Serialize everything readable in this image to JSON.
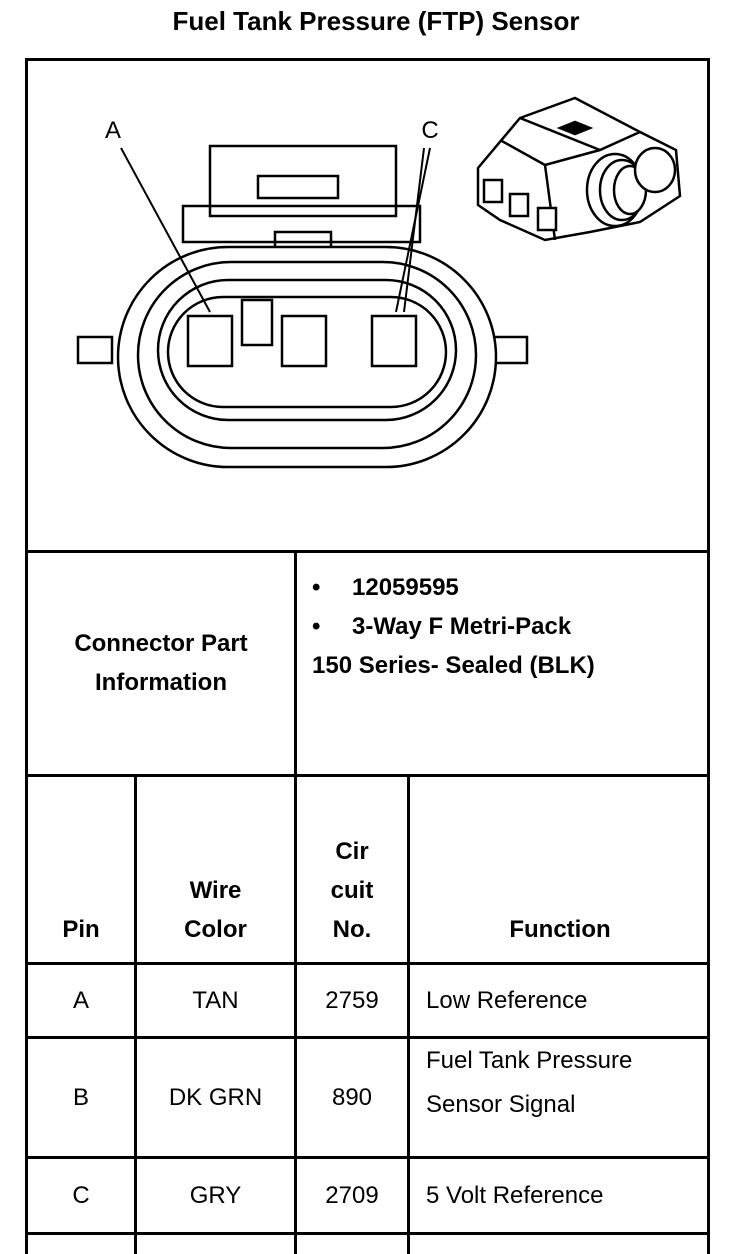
{
  "title": "Fuel Tank Pressure (FTP) Sensor",
  "diagram": {
    "pin_label_a": "A",
    "pin_label_c": "C"
  },
  "connector_info": {
    "label_line1": "Connector Part",
    "label_line2": "Information",
    "bullet_glyph": "•",
    "part_number": "12059595",
    "description_line1": "3-Way F Metri-Pack",
    "description_line2": "150 Series- Sealed (BLK)"
  },
  "headers": {
    "pin": "Pin",
    "wire_color_line1": "Wire",
    "wire_color_line2": "Color",
    "circuit_line1": "Cir",
    "circuit_line2": "cuit",
    "circuit_line3": "No.",
    "function": "Function"
  },
  "rows": [
    {
      "pin": "A",
      "wire_color": "TAN",
      "circuit": "2759",
      "function_line1": "Low Reference",
      "function_line2": ""
    },
    {
      "pin": "B",
      "wire_color": "DK GRN",
      "circuit": "890",
      "function_line1": "Fuel Tank Pressure",
      "function_line2": "Sensor Signal"
    },
    {
      "pin": "C",
      "wire_color": "GRY",
      "circuit": "2709",
      "function_line1": "5 Volt Reference",
      "function_line2": ""
    }
  ]
}
